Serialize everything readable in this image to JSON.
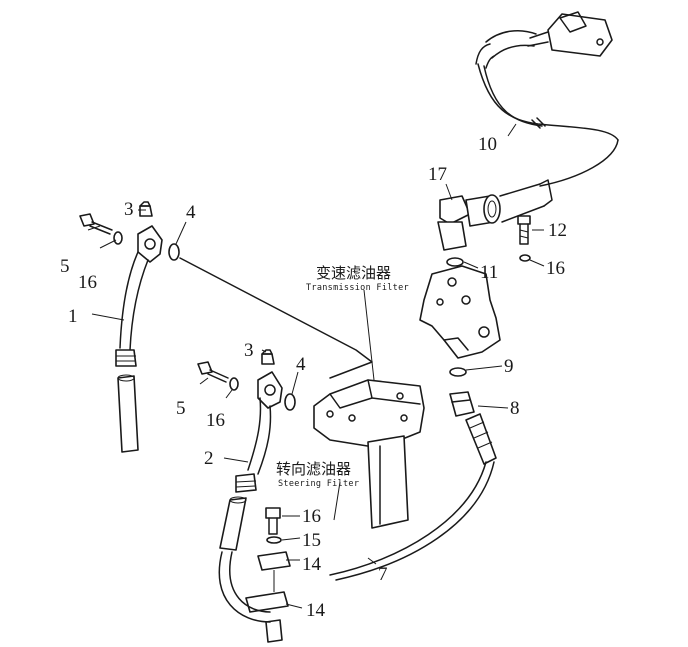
{
  "part_numbers": {
    "p1": "1",
    "p2": "2",
    "p3a": "3",
    "p3b": "3",
    "p4a": "4",
    "p4b": "4",
    "p5a": "5",
    "p5b": "5",
    "p7": "7",
    "p8": "8",
    "p9": "9",
    "p10": "10",
    "p11": "11",
    "p12": "12",
    "p14a": "14",
    "p14b": "14",
    "p15": "15",
    "p16a": "16",
    "p16b": "16",
    "p16c": "16",
    "p16d": "16",
    "p17": "17"
  },
  "captions": {
    "transmission_cn": "变速滤油器",
    "transmission_en": "Transmission Filter",
    "steering_cn": "转向滤油器",
    "steering_en": "Steering Filter"
  }
}
